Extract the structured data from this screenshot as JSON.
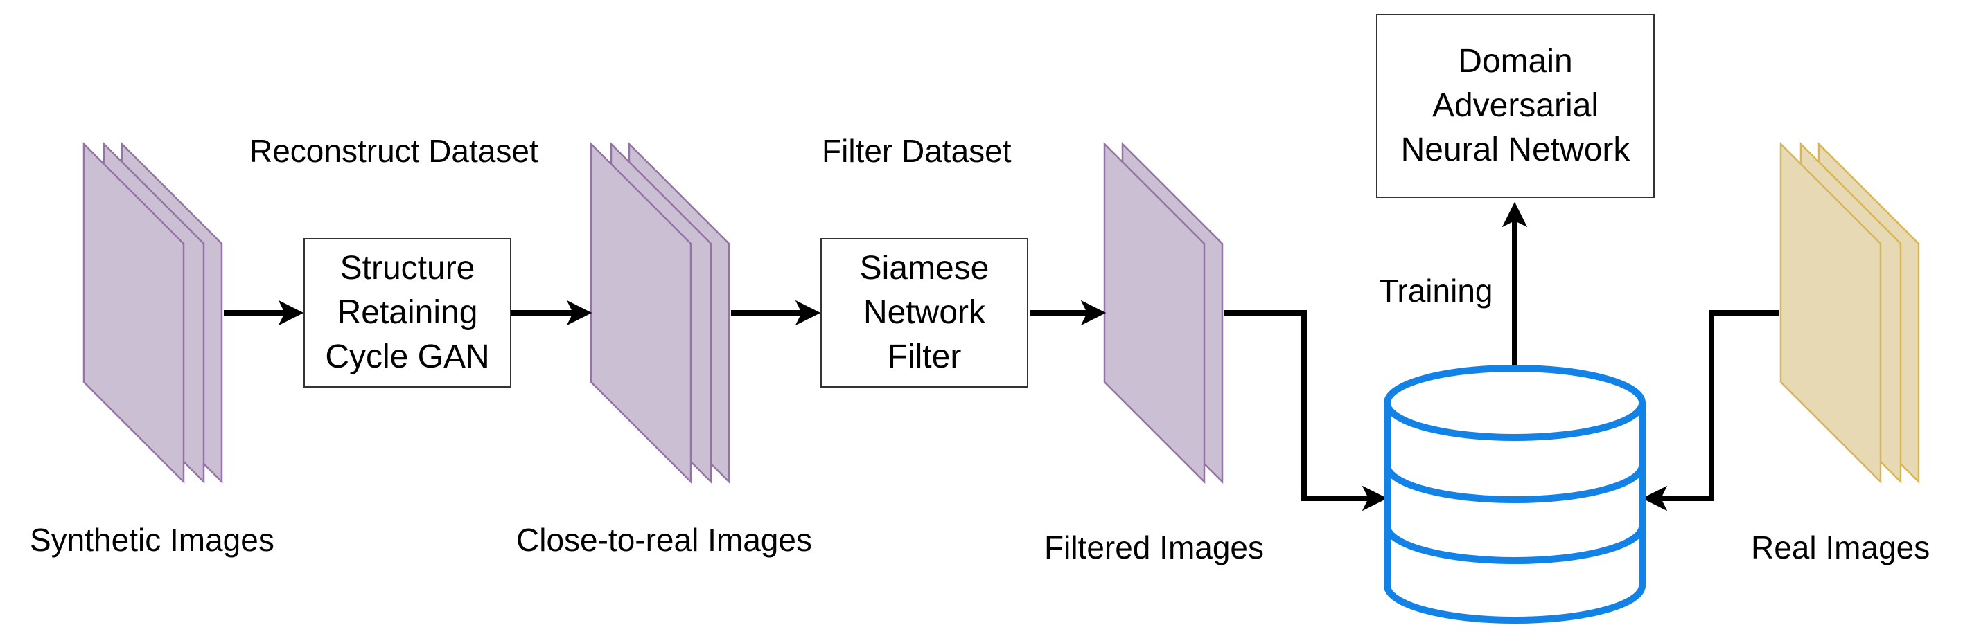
{
  "labels": {
    "synthetic": "Synthetic Images",
    "close_to_real": "Close-to-real Images",
    "filtered": "Filtered Images",
    "real": "Real Images",
    "reconstruct_dataset": "Reconstruct Dataset",
    "filter_dataset": "Filter Dataset",
    "training": "Training"
  },
  "boxes": {
    "cyclegan": [
      "Structure",
      "Retaining",
      "Cycle GAN"
    ],
    "siamese": [
      "Siamese",
      "Network",
      "Filter"
    ],
    "dann": [
      "Domain",
      "Adversarial",
      "Neural Network"
    ]
  },
  "colors": {
    "synthetic_fill": "#cbbfd3",
    "synthetic_stroke": "#9673a6",
    "real_fill": "#e8d9b5",
    "real_stroke": "#d6b656",
    "database": "#1282e6",
    "arrow": "#000000"
  }
}
